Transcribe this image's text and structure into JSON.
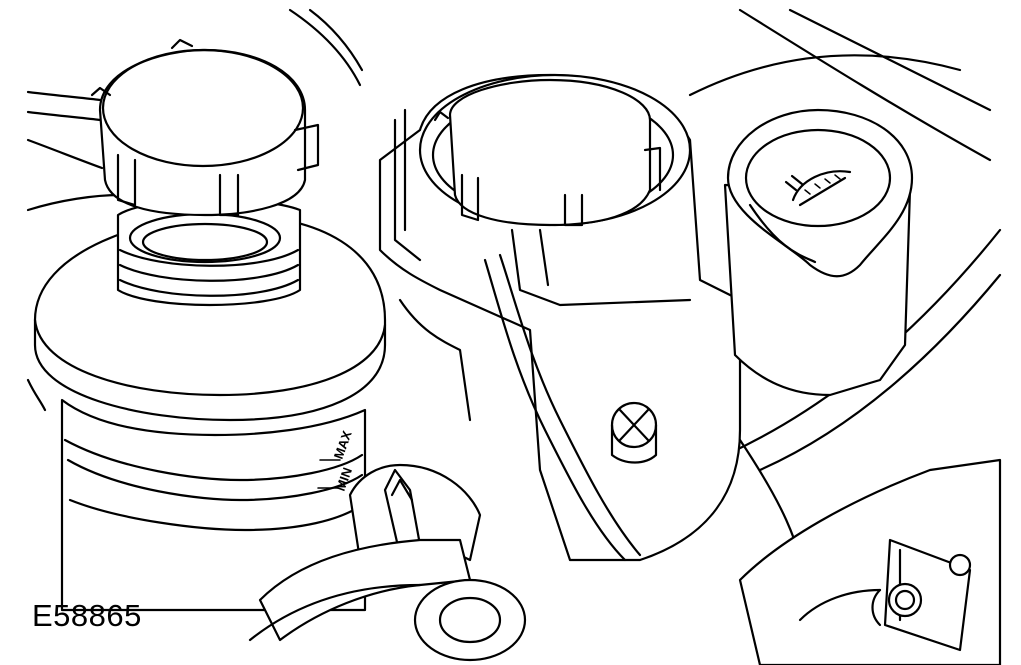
{
  "figure": {
    "id_label": "E58865"
  },
  "reservoir_markings": {
    "max": "MAX",
    "min": "MIN"
  },
  "washer_cap": {
    "symbol": "windscreen-washer-icon"
  }
}
